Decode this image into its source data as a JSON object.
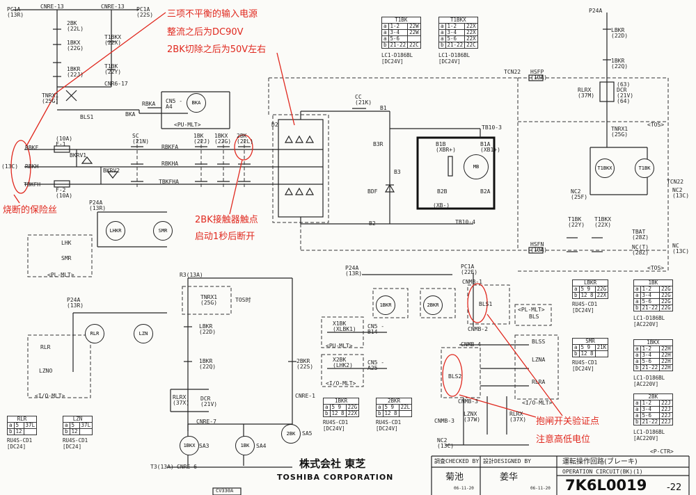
{
  "annotations": {
    "note1": "三项不平衡的输入电源",
    "note2": "整流之后为DC90V",
    "note3": "2BK切除之后为50V左右",
    "fuse": "烧断的保险丝",
    "contact1": "2BK接触器触点",
    "contact2": "启动1秒后断开",
    "brake1": "抱闸开关验证点",
    "brake2": "注意高低电位"
  },
  "title_block": {
    "checked_label": "調査CHECKED BY",
    "designed_label": "設計DESIGNED BY",
    "checked_name": "菊池",
    "designed_name": "姜华",
    "date1": "06-11-20",
    "date2": "06-11-20",
    "title_jp": "運転操作回路(ブレーキ)",
    "title_en": "OPERATION CIRCUIT(BK)(1)",
    "drawing_no": "7K6L0019",
    "sheet": "-22",
    "company_jp": "株式会社 東芝",
    "company_en": "TOSHIBA CORPORATION",
    "cv": "CV330A"
  },
  "labels": {
    "pc1a_13r": "PC1A (13R)",
    "pc1a_22s": "PC1A (22S)",
    "cnre13": "CNRE-13",
    "cnre13b": "CNRE-13",
    "k2bk": "2BK (22L)",
    "k1bkx": "1BKX (22G)",
    "t1bkx": "T1BKX (22X)",
    "k1bkr": "1BKR (22J)",
    "t1bk": "T1BK (22Y)",
    "cnr6": "CNR6-17",
    "tnrx1": "TNRX1 (25G)",
    "bls1": "BLS1",
    "bka": "BKA",
    "rbka": "RBKA",
    "cn5a4": "CN5 -A4",
    "bka_coil": "BKA",
    "pu_mlt": "<PU-MLT>",
    "rbkf": "RBKF",
    "rbkh": "RBKH",
    "tbkfh": "TBKFH",
    "in_13c": "(13C)",
    "fuse_f1": "(10A) F-1",
    "fuse_f2": "F-2 (10A)",
    "bkrv1": "BKRV1",
    "bkrv2": "BKRV2",
    "sc": "SC (21N)",
    "k1bk": "1BK (22J)",
    "k1bkx_2": "1BKX (22G)",
    "k2bk_2": "2BK (22L)",
    "rbkfa": "RBKFA",
    "rbkha": "RBKHA",
    "tbkfha": "TBKFHA",
    "d2": "D2",
    "cc": "CC (21K)",
    "b1": "B1",
    "b3r": "B3R",
    "b3": "B3",
    "bdf": "BDF",
    "b2": "B2",
    "tb10_3": "TB10-3",
    "tb10_4": "TB10-4",
    "b1b": "B1B (XBR+)",
    "b1a": "B1A (XB1+)",
    "mb": "MB",
    "b2b": "B2B",
    "b2a": "B2A",
    "xb": "(XB-)",
    "p24a_13r": "P24A (13R)",
    "lhkr": "LHKR",
    "smr": "SMR",
    "lhk": "LHK",
    "smr2": "SMR",
    "pl_mlt": "<PL-MLT>",
    "p24a_right": "P24A",
    "lbkr": "LBKR (22D)",
    "k1bkr_r": "1BKR (22Q)",
    "dcr": "(63) DCR (21V) (64)",
    "rlrx": "RLRX (37M)",
    "tcn22": "TCN22",
    "tnrx1_r": "TNRX1 (25G)",
    "t1bkx_c": "T1BKX",
    "t1bk_c": "T1BK",
    "nc2": "NC2 (25F)",
    "hsfp": "HSFP (10A)",
    "hsfn": "HSFN (10A)",
    "t1bk_22y": "T1BK (22Y)",
    "t1bkx_22x": "T1BKX (22X)",
    "tbat": "TBAT (28Z)",
    "nc_t": "NC(T) (28Z)",
    "tos": "<TOS>",
    "tcn22_r": "TCN22",
    "nc2_r": "NC2 (13C)",
    "nc_r": "NC (13C)",
    "r3": "R3(13A)",
    "tnrx1_m": "TNRX1 (25G)",
    "tos_time": "TOS时",
    "lbkr_m": "LBKR (22D)",
    "k1bkr_m": "1BKR (22Q)",
    "rlrx_m": "RLRX (37X)",
    "dcr_m": "DCR (21V)",
    "k2bkr_m": "2BKR (22S)",
    "cnre1": "CNRE-1",
    "cnre7": "CNRE-7",
    "bkx1": "1BKX",
    "sa3": "SA3",
    "bk1": "1BK",
    "sa4": "SA4",
    "bk2": "2BK",
    "sa5": "SA5",
    "t3": "T3(13A)",
    "cnre6": "CNRE-6",
    "p24a_m": "P24A (13R)",
    "bkr1": "1BKR",
    "bkr2": "2BKR",
    "x1bk": "X1BK (XLBK1)",
    "x2bk": "X2BK (LHK2)",
    "cn5_b14": "CN5 -B14",
    "cn5_a25": "CN5 -A25",
    "pu_mlt2": "<PU-MLT>",
    "io_mlt": "<I/O-MLT>",
    "pc1a_22e": "PC1A (22E)",
    "cnmb1": "CNMB-1",
    "cnmb2": "CNMB-2",
    "cnmb3": "CNMB-3",
    "cnmb4": "CNMB-4",
    "bls1_r": "BLS1",
    "bls2_r": "BLS2",
    "pl_mlt2": "<PL-MLT>",
    "bls": "BLS",
    "blss": "BLSS",
    "lzna": "LZNA",
    "rlra": "RLRA",
    "io_mlt2": "<I/O-MLT>",
    "lznx": "LZNX (37W)",
    "rlrx_r": "RLRX (37X)",
    "cnmb3b": "CNMB-3",
    "nc2_b": "NC2 (13C)",
    "p24a_l": "P24A (13R)",
    "rlr": "RLR",
    "lzn": "LZN",
    "rlr_c": "RLR",
    "lzno": "LZNO",
    "io_mlt3": "<I/O-MLT>"
  },
  "tables": [
    {
      "id": "t1bk",
      "title": "T1BK",
      "rows": [
        [
          "a",
          "1-2",
          "22W"
        ],
        [
          "a",
          "3-4",
          "22W"
        ],
        [
          "a",
          "5-6",
          ""
        ],
        [
          "b",
          "21-22",
          "22C"
        ]
      ],
      "foot": "LC1-D186BL",
      "foot2": "[DC24V]"
    },
    {
      "id": "t1bkx",
      "title": "T1BKX",
      "rows": [
        [
          "a",
          "1-2",
          "22X"
        ],
        [
          "a",
          "3-4",
          "22X"
        ],
        [
          "a",
          "5-6",
          "22X"
        ],
        [
          "b",
          "21-22",
          "22C"
        ]
      ],
      "foot": "LC1-D186BL",
      "foot2": "[DC24V]"
    },
    {
      "id": "lbkr",
      "title": "LBKR",
      "rows": [
        [
          "a",
          "5 9",
          "22G"
        ],
        [
          "b",
          "12 8",
          "22X"
        ]
      ],
      "foot": "RU4S-CD1",
      "foot2": "[DC24V]"
    },
    {
      "id": "bk1",
      "title": "1BK",
      "rows": [
        [
          "a",
          "1-2",
          "22G"
        ],
        [
          "a",
          "3-4",
          "22G"
        ],
        [
          "a",
          "5-6",
          "22G"
        ],
        [
          "b",
          "21-22",
          "22G"
        ]
      ],
      "foot": "LC1-D186BL",
      "foot2": "[AC220V]"
    },
    {
      "id": "smr",
      "title": "SMR",
      "rows": [
        [
          "a",
          "5 9",
          "21K"
        ],
        [
          "b",
          "12 8",
          ""
        ]
      ],
      "foot": "RU4S-CD1",
      "foot2": "[DC24V]"
    },
    {
      "id": "bkx1",
      "title": "1BKX",
      "rows": [
        [
          "a",
          "1-2",
          "22H"
        ],
        [
          "a",
          "3-4",
          "22H"
        ],
        [
          "a",
          "5-6",
          "22H"
        ],
        [
          "b",
          "21-22",
          "22H"
        ]
      ],
      "foot": "LC1-D186BL",
      "foot2": "[AC220V]"
    },
    {
      "id": "bk2",
      "title": "2BK",
      "rows": [
        [
          "a",
          "1-2",
          "22J"
        ],
        [
          "a",
          "3-4",
          "22J"
        ],
        [
          "a",
          "5-6",
          "22J"
        ],
        [
          "b",
          "21-22",
          "22J"
        ]
      ],
      "foot": "LC1-D186BL",
      "foot2": "[AC220V]"
    },
    {
      "id": "bkr1",
      "title": "1BKR",
      "rows": [
        [
          "a",
          "5 9",
          "22G"
        ],
        [
          "b",
          "12 8",
          "22X"
        ]
      ],
      "foot": "RU4S-CD1",
      "foot2": "[DC24V]"
    },
    {
      "id": "bkr2",
      "title": "2BKR",
      "rows": [
        [
          "a",
          "5 9",
          "22L"
        ],
        [
          "b",
          "12 8",
          ""
        ]
      ],
      "foot": "RU4S-CD1",
      "foot2": "[DC24V]"
    },
    {
      "id": "rlr",
      "title": "RLR",
      "rows": [
        [
          "a",
          "5",
          "37L"
        ],
        [
          "b",
          "12",
          ""
        ]
      ],
      "foot": "RU4S-CD1",
      "foot2": "[DC24]"
    },
    {
      "id": "lzn",
      "title": "LZN",
      "rows": [
        [
          "a",
          "5",
          "37L"
        ],
        [
          "b",
          "12",
          ""
        ]
      ],
      "foot": "RU4S-CD1",
      "foot2": "[DC24]"
    }
  ],
  "pctr": "<P-CTR>"
}
